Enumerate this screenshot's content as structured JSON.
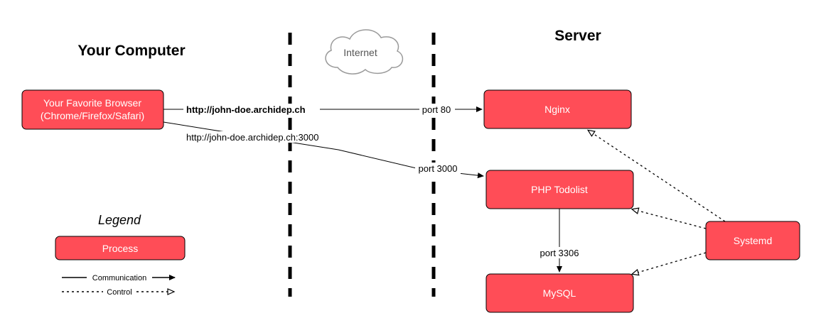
{
  "headings": {
    "left": "Your Computer",
    "right": "Server"
  },
  "internet": {
    "label": "Internet"
  },
  "processes": {
    "browser_line1": "Your Favorite Browser",
    "browser_line2": "(Chrome/Firefox/Safari)",
    "nginx": "Nginx",
    "php_todolist": "PHP Todolist",
    "mysql": "MySQL",
    "systemd": "Systemd"
  },
  "connections": {
    "url_80": "http://john-doe.archidep.ch",
    "url_3000": "http://john-doe.archidep.ch:3000",
    "port_80": "port 80",
    "port_3000": "port 3000",
    "port_3306": "port 3306"
  },
  "legend": {
    "title": "Legend",
    "process": "Process",
    "communication": "Communication",
    "control": "Control"
  },
  "colors": {
    "process_fill": "#ff4d57",
    "cloud_stroke": "#999999"
  }
}
